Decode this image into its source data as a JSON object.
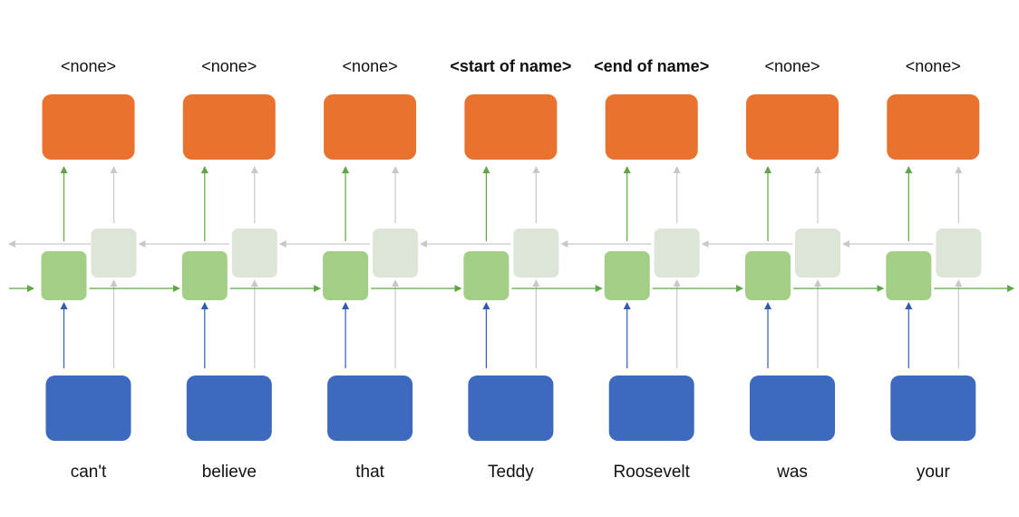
{
  "colors": {
    "output_box": "#E8722E",
    "input_box": "#3D69BF",
    "forward_cell": "#A3CE85",
    "backward_cell": "#DDE5D6",
    "forward_arrow": "#5FA744",
    "backward_arrow": "#C8C8C8",
    "input_arrow": "#2F5BB3",
    "output_arrow": "#5FA744",
    "text": "#111111"
  },
  "icons": {
    "arrowhead": "arrowhead-icon"
  },
  "steps": [
    {
      "word": "can't",
      "tag": "<none>",
      "tag_emphasis": false
    },
    {
      "word": "believe",
      "tag": "<none>",
      "tag_emphasis": false
    },
    {
      "word": "that",
      "tag": "<none>",
      "tag_emphasis": false
    },
    {
      "word": "Teddy",
      "tag": "<start of name>",
      "tag_emphasis": true
    },
    {
      "word": "Roosevelt",
      "tag": "<end of name>",
      "tag_emphasis": true
    },
    {
      "word": "was",
      "tag": "<none>",
      "tag_emphasis": false
    },
    {
      "word": "your",
      "tag": "<none>",
      "tag_emphasis": false
    }
  ]
}
